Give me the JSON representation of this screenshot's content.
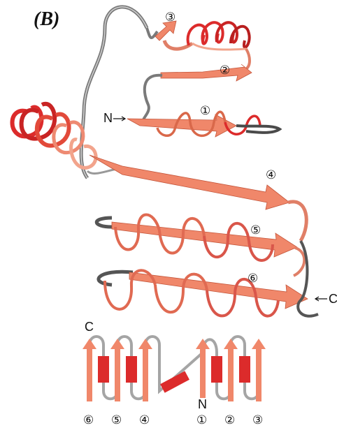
{
  "figure": {
    "panel_label": "(B)",
    "n_terminus": "N",
    "c_terminus": "C",
    "strand_numbers": [
      "①",
      "②",
      "③",
      "④",
      "⑤",
      "⑥"
    ],
    "topology_bottom_labels": [
      "⑥",
      "⑤",
      "④",
      "①",
      "②",
      "③"
    ],
    "colors": {
      "strand": "#f0876a",
      "strand_dark": "#d9684a",
      "helix_light": "#f2a48c",
      "helix_red": "#dc2b2b",
      "loop_gray": "#8e8e8e",
      "loop_dark": "#555555"
    }
  }
}
